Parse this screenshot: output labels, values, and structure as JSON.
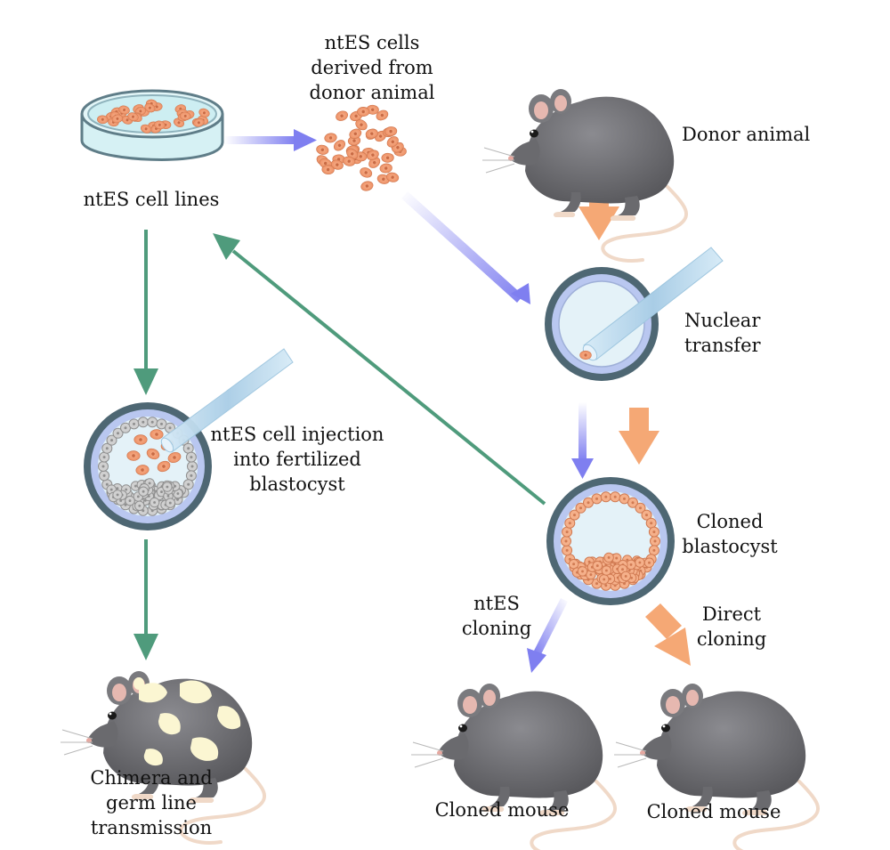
{
  "labels": {
    "derived": "ntES cells\nderived from\ndonor animal",
    "cell_lines": "ntES cell lines",
    "donor": "Donor animal",
    "nuclear": "Nuclear\ntransfer",
    "injection": "ntES cell injection\ninto fertilized\nblastocyst",
    "cloned_blasto": "Cloned\nblastocyst",
    "ntes_cloning": "ntES\ncloning",
    "direct_cloning": "Direct\ncloning",
    "chimera": "Chimera and\ngerm line\ntransmission",
    "cloned_mouse_1": "Cloned mouse",
    "cloned_mouse_2": "Cloned mouse"
  },
  "colors": {
    "purple_arrow": "#7f7ff0",
    "green_arrow": "#4f9b7c",
    "orange_arrow": "#f5a875",
    "mouse_body": "#6e6e72",
    "cell_orange": "#f29a6f",
    "dish_blue": "#cdeef2",
    "ring_dark": "#4e6773",
    "ring_light": "#b9c7f0",
    "chimera_patch": "#fbf6d2"
  },
  "icons": [
    "petri-dish-icon",
    "cell-cluster-icon",
    "mouse-icon",
    "blastocyst-icon",
    "pipette-icon"
  ]
}
